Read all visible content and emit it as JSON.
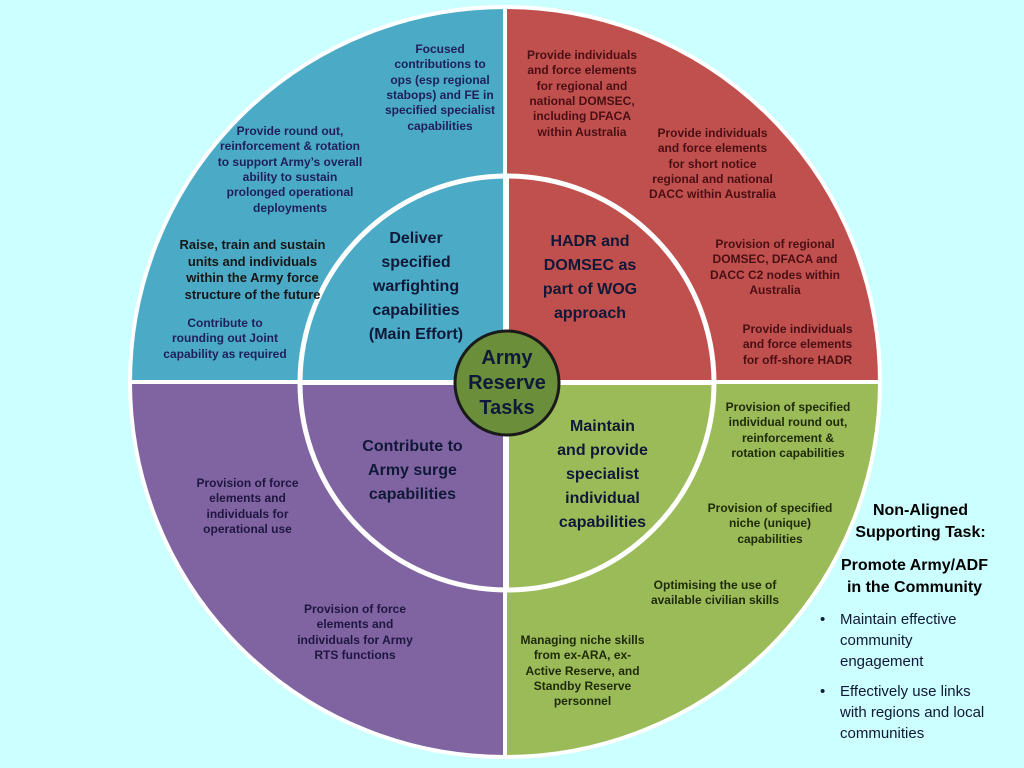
{
  "center": {
    "title": "Army\nReserve\nTasks"
  },
  "inner": {
    "top_left": "Deliver\nspecified\nwarfighting\ncapabilities\n(Main Effort)",
    "top_right": "HADR and\nDOMSEC as\npart of WOG\napproach",
    "bottom_right": "Maintain\nand provide\nspecialist\nindividual\ncapabilities",
    "bottom_left": "Contribute to\nArmy surge\ncapabilities"
  },
  "outer": {
    "blue": [
      "Focused\ncontributions to\nops (esp regional\nstabops) and FE in\nspecified specialist\ncapabilities",
      "Provide round out,\nreinforcement & rotation\nto support Army’s overall\nability to sustain\nprolonged operational\ndeployments",
      "Raise, train and sustain\nunits and individuals\nwithin the Army force\nstructure of the future",
      "Contribute to\nrounding out Joint\ncapability as required"
    ],
    "red": [
      "Provide individuals\nand force elements\nfor regional and\nnational DOMSEC,\nincluding DFACA\nwithin Australia",
      "Provide individuals\nand force elements\nfor short notice\nregional and national\nDACC within Australia",
      "Provision of regional\nDOMSEC, DFACA and\nDACC C2 nodes within\nAustralia",
      "Provide individuals\nand force elements\nfor off-shore HADR"
    ],
    "green": [
      "Provision of specified\nindividual round out,\nreinforcement &\nrotation capabilities",
      "Provision of specified\nniche (unique)\ncapabilities",
      "Optimising the use of\navailable civilian skills",
      "Managing niche skills\nfrom ex-ARA, ex-\nActive Reserve, and\nStandby Reserve\npersonnel"
    ],
    "purple": [
      "Provision of force\nelements and\nindividuals for\noperational use",
      "Provision of force\nelements and\nindividuals for Army\nRTS functions"
    ]
  },
  "side": {
    "heading1": "Non-Aligned\nSupporting Task:",
    "heading2": "Promote Army/ADF\nin the Community",
    "bullets": [
      "Maintain effective\ncommunity\nengagement",
      "Effectively use links\nwith regions and local\ncommunities"
    ]
  },
  "colors": {
    "background": "#ccffff",
    "blue": "#4babc6",
    "red": "#c0504d",
    "green": "#9bbb59",
    "purple": "#8064a2",
    "center": "#6b8e3a"
  }
}
